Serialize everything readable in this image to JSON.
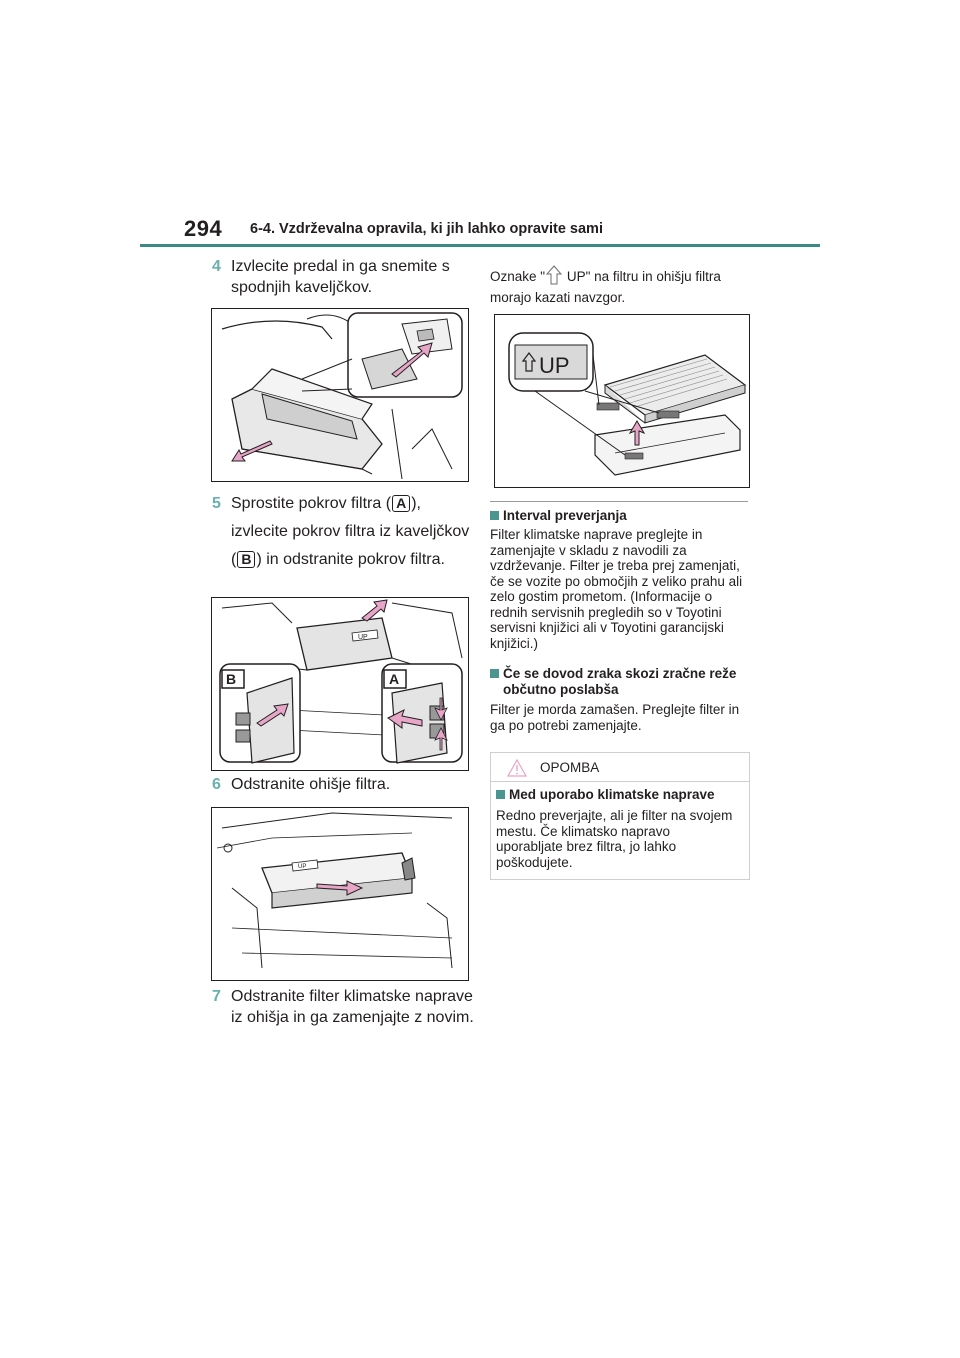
{
  "header": {
    "page_number": "294",
    "section_title": "6-4. Vzdrževalna opravila, ki jih lahko opravite sami"
  },
  "steps": [
    {
      "num": "4",
      "text": "Izvlecite predal in ga snemite s spodnjih kaveljčkov."
    },
    {
      "num": "5",
      "text_a": "Sprostite pokrov filtra (",
      "box_a": "A",
      "text_b": "), izvlecite pokrov filtra iz kaveljčkov (",
      "box_b": "B",
      "text_c": ") in odstranite pokrov filtra."
    },
    {
      "num": "6",
      "text": "Odstranite ohišje filtra."
    },
    {
      "num": "7",
      "text": "Odstranite filter klimatske naprave iz ohišja in ga zamenjajte z novim."
    }
  ],
  "figures": {
    "fig2_label_b": "B",
    "fig2_label_a": "A",
    "fig2_up_text": "UP",
    "fig3_up_text": "UP",
    "fig4_up_text": "UP"
  },
  "right": {
    "up_note_pre": "Oznake \"",
    "up_note_post": " UP\" na filtru in ohišju filtra morajo kazati navzgor.",
    "sections": [
      {
        "title": "Interval preverjanja",
        "text": "Filter klimatske naprave preglejte in zamenjajte v skladu z navodili za vzdrževanje. Filter je treba prej zamenjati, če se vozite po območjih z veliko prahu ali zelo gostim prometom. (Informacije o rednih servisnih pregledih so v Toyotini servisni knjižici ali v Toyotini garancijski knjižici.)"
      },
      {
        "title": "Če se dovod zraka skozi zračne reže občutno poslabša",
        "text": "Filter je morda zamašen. Preglejte filter in ga po potrebi zamenjajte."
      }
    ],
    "notice": {
      "label": "OPOMBA",
      "title": "Med uporabo klimatske naprave",
      "text": "Redno preverjajte, ali je filter na svojem mestu. Če klimatsko napravo uporabljate brez filtra, jo lahko poškodujete."
    }
  },
  "colors": {
    "accent": "#3a8a86",
    "step_num": "#6ab0ac",
    "arrow": "#e7a6c8"
  }
}
